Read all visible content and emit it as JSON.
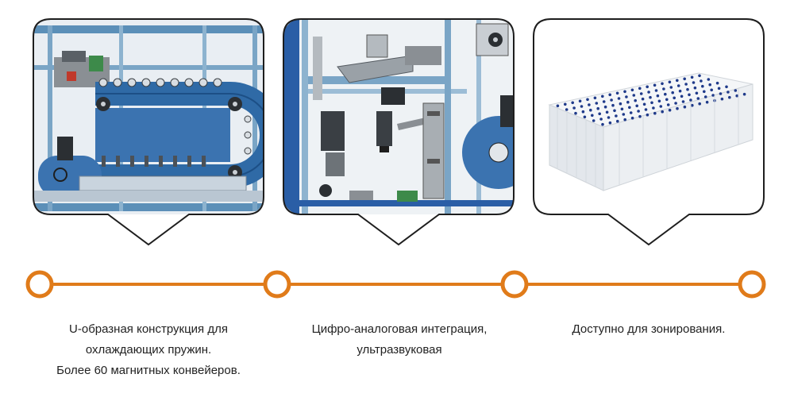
{
  "colors": {
    "accent": "#e07b1a",
    "frame": "#1e1e1e",
    "steel": "#4a7fa8",
    "blue_panel": "#3b73b0",
    "grey_part": "#8a8f94",
    "spring_dot": "#1f3a8a"
  },
  "panels": [
    {
      "illustration": "u-shaped-cooling-conveyor-drawing"
    },
    {
      "illustration": "ultrasonic-welding-station-drawing"
    },
    {
      "illustration": "pocket-spring-unit-photo"
    }
  ],
  "timeline": {
    "node_count": 4
  },
  "captions": [
    {
      "lines": [
        "U-образная конструкция для",
        "охлаждающих пружин.",
        "Более 60 магнитных конвейеров."
      ]
    },
    {
      "lines": [
        "Цифро-аналоговая интеграция,",
        "ультразвуковая"
      ]
    },
    {
      "lines": [
        "Доступно для зонирования."
      ]
    }
  ]
}
